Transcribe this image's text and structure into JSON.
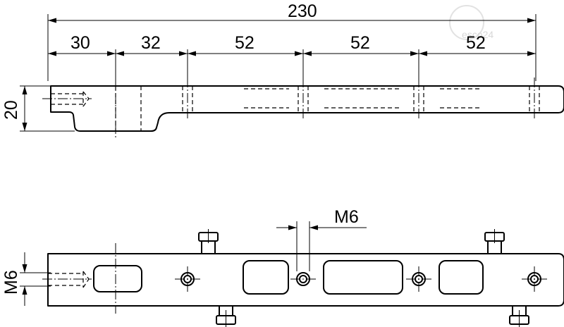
{
  "dimensions": {
    "overall": "230",
    "segments": [
      "30",
      "32",
      "52",
      "52",
      "52"
    ],
    "height": "20",
    "thread_top": "M6",
    "thread_side": "M6"
  },
  "watermark": {
    "text": "esco24",
    "icon": "esco-logo-icon"
  }
}
